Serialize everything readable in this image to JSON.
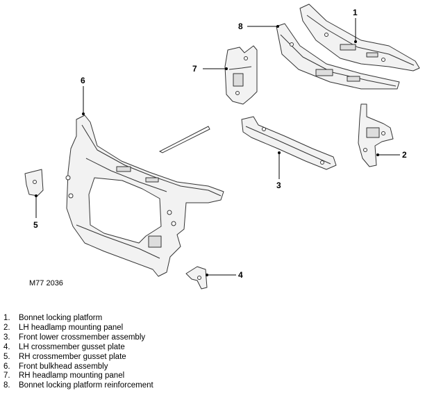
{
  "figure_ref": "M77 2036",
  "callouts": {
    "c1": "1",
    "c2": "2",
    "c3": "3",
    "c4": "4",
    "c5": "5",
    "c6": "6",
    "c7": "7",
    "c8": "8"
  },
  "legend": [
    {
      "num": "1.",
      "label": "Bonnet locking platform"
    },
    {
      "num": "2.",
      "label": "LH headlamp mounting panel"
    },
    {
      "num": "3.",
      "label": "Front lower crossmember assembly"
    },
    {
      "num": "4.",
      "label": "LH crossmember gusset plate"
    },
    {
      "num": "5.",
      "label": "RH crossmember gusset plate"
    },
    {
      "num": "6.",
      "label": "Front bulkhead assembly"
    },
    {
      "num": "7.",
      "label": "RH headlamp mounting panel"
    },
    {
      "num": "8.",
      "label": "Bonnet locking platform reinforcement"
    }
  ]
}
